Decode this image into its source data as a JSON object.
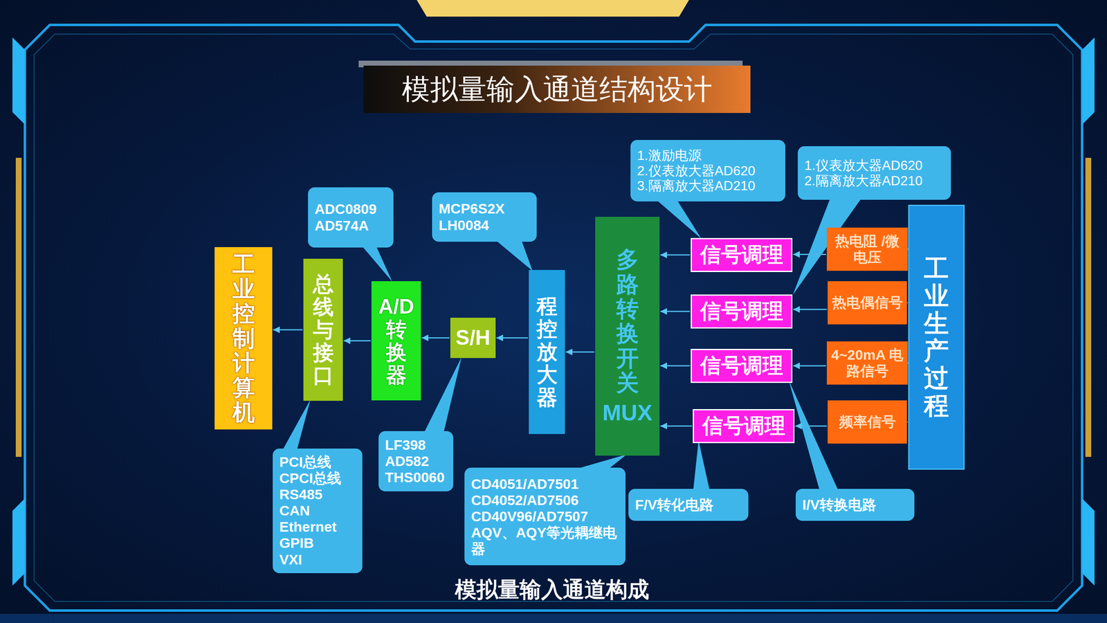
{
  "diagram": {
    "title": "模拟量输入通道结构设计",
    "caption": "模拟量输入通道构成",
    "nodes": [
      {
        "text": [
          "工业控制计算机"
        ]
      },
      {
        "text": [
          "总线与接口"
        ]
      },
      {
        "text": [
          "A/D转换器"
        ]
      },
      {
        "text": [
          "S/H"
        ]
      },
      {
        "text": [
          "程控放大器"
        ]
      },
      {
        "text": [
          "多路转换开关",
          "MUX"
        ]
      },
      {
        "text": [
          "信号调理"
        ]
      },
      {
        "text": [
          "信号调理"
        ]
      },
      {
        "text": [
          "信号调理"
        ]
      },
      {
        "text": [
          "信号调理"
        ]
      },
      {
        "text": [
          "热电阻 /微电压"
        ]
      },
      {
        "text": [
          "热电偶信号"
        ]
      },
      {
        "text": [
          "4~20mA 电路信号"
        ]
      },
      {
        "text": [
          "频率信号"
        ]
      },
      {
        "text": [
          "工业生产过程"
        ]
      },
      {
        "text": [
          "ADC0809",
          "AD574A"
        ]
      },
      {
        "text": [
          "MCP6S2X",
          "LH0084"
        ]
      },
      {
        "text": [
          "1.激励电源",
          "2.仪表放大器AD620",
          "3.隔离放大器AD210"
        ]
      },
      {
        "text": [
          "1.仪表放大器AD620",
          "2.隔离放大器AD210"
        ]
      },
      {
        "text": [
          "PCI总线",
          "CPCI总线",
          "RS485",
          "CAN",
          "Ethernet",
          "GPIB",
          "VXI"
        ]
      },
      {
        "text": [
          "LF398",
          "AD582",
          "THS0060"
        ]
      },
      {
        "text": [
          "CD4051/AD7501",
          "CD4052/AD7506",
          "CD40V96/AD7507",
          "AQV、AQY等光耦继电器"
        ]
      },
      {
        "text": [
          "F/V转化电路"
        ]
      },
      {
        "text": [
          "I/V转换电路"
        ]
      }
    ],
    "edges": [
      {
        "from": 14,
        "to": 10,
        "arrow": "to"
      },
      {
        "from": 14,
        "to": 11,
        "arrow": "to"
      },
      {
        "from": 14,
        "to": 12,
        "arrow": "to"
      },
      {
        "from": 14,
        "to": 13,
        "arrow": "to"
      },
      {
        "from": 10,
        "to": 6,
        "arrow": "to"
      },
      {
        "from": 11,
        "to": 7,
        "arrow": "to"
      },
      {
        "from": 12,
        "to": 8,
        "arrow": "to"
      },
      {
        "from": 13,
        "to": 9,
        "arrow": "to"
      },
      {
        "from": 6,
        "to": 5,
        "arrow": "to"
      },
      {
        "from": 7,
        "to": 5,
        "arrow": "to"
      },
      {
        "from": 8,
        "to": 5,
        "arrow": "to"
      },
      {
        "from": 9,
        "to": 5,
        "arrow": "to"
      },
      {
        "from": 5,
        "to": 4,
        "arrow": "to"
      },
      {
        "from": 4,
        "to": 3,
        "arrow": "to"
      },
      {
        "from": 3,
        "to": 2,
        "arrow": "to"
      },
      {
        "from": 2,
        "to": 1,
        "arrow": "to"
      },
      {
        "from": 1,
        "to": 0,
        "arrow": "to"
      }
    ]
  }
}
